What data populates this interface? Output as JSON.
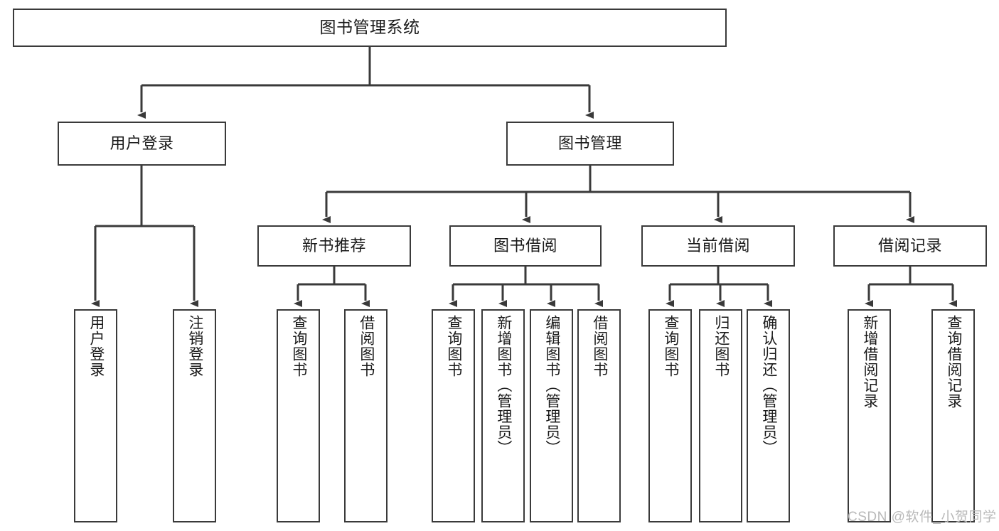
{
  "diagram": {
    "type": "hierarchy-tree",
    "title": "图书管理系统",
    "orientation": "top-down",
    "levels": 3,
    "colors": {
      "box_stroke": "#3a3a3a",
      "box_fill": "#ffffff",
      "connector": "#3a3a3a",
      "text": "#1a1a1a",
      "watermark": "#b9b9b9",
      "background": "#ffffff"
    }
  },
  "nodes": {
    "root": {
      "label": "图书管理系统"
    },
    "level2": [
      {
        "label": "用户登录"
      },
      {
        "label": "图书管理"
      }
    ],
    "level3": [
      {
        "label": "新书推荐"
      },
      {
        "label": "图书借阅"
      },
      {
        "label": "当前借阅"
      },
      {
        "label": "借阅记录"
      }
    ],
    "leaves": {
      "user_login": [
        {
          "label": "用户登录"
        },
        {
          "label": "注销登录"
        }
      ],
      "new_book_recommend": [
        {
          "label": "查询图书"
        },
        {
          "label": "借阅图书"
        }
      ],
      "book_borrow": [
        {
          "label": "查询图书"
        },
        {
          "label": "新增图书（管理员）"
        },
        {
          "label": "编辑图书（管理员）"
        },
        {
          "label": "借阅图书"
        }
      ],
      "current_borrow": [
        {
          "label": "查询图书"
        },
        {
          "label": "归还图书"
        },
        {
          "label": "确认归还（管理员）"
        }
      ],
      "borrow_records": [
        {
          "label": "新增借阅记录"
        },
        {
          "label": "查询借阅记录"
        }
      ]
    }
  },
  "watermark": {
    "text": "CSDN @软件_小贺同学"
  }
}
